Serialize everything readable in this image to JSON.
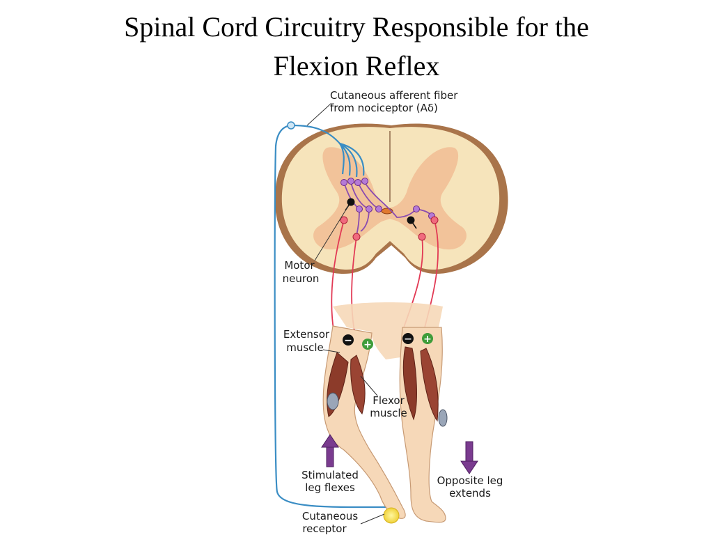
{
  "slide": {
    "title_line1": "Spinal Cord Circuitry Responsible for the",
    "title_line2": "Flexion Reflex"
  },
  "labels": {
    "afferent_line1": "Cutaneous afferent fiber",
    "afferent_line2": "from nociceptor (Aδ)",
    "motor_line1": "Motor",
    "motor_line2": "neuron",
    "extensor_line1": "Extensor",
    "extensor_line2": "muscle",
    "flexor_line1": "Flexor",
    "flexor_line2": "muscle",
    "stimulated_line1": "Stimulated",
    "stimulated_line2": "leg flexes",
    "opposite_line1": "Opposite leg",
    "opposite_line2": "extends",
    "receptor_line1": "Cutaneous",
    "receptor_line2": "receptor"
  },
  "signs": {
    "inhibit": "−",
    "excite": "+"
  },
  "colors": {
    "cord_gray_matter": "#f2c39a",
    "cord_white_matter": "#f6e4bb",
    "cord_outline": "#9b6a43",
    "afferent": "#3a8dc4",
    "interneuron": "#8a4bb0",
    "motor_neuron": "#e23a55",
    "inhibitory": "#111111",
    "muscle": "#8c3b2a",
    "skin": "#f6d8b8",
    "arrow": "#7a3b8f",
    "excite_badge": "#3e9c3a"
  }
}
